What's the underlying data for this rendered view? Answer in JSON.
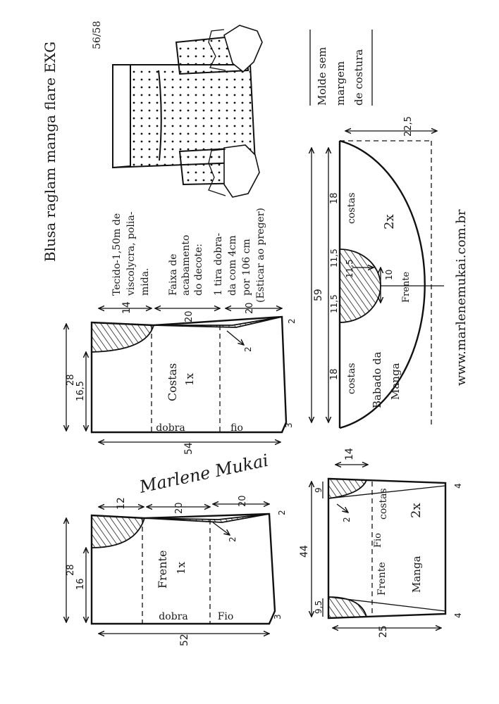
{
  "title": "Blusa raglam manga flare EXG",
  "sizes": "56/58",
  "notes": {
    "seam": [
      "Molde sem",
      "margem",
      "de costura"
    ],
    "fabric": [
      "Tecido-1,50m de",
      "viscolycra, polia-",
      "mida."
    ],
    "trim": [
      "Faixa de",
      "acabamento",
      "do decote:",
      "1 tira dobra-",
      "da com 4cm",
      "por 106 cm",
      "(Esticar ao preger)"
    ]
  },
  "website": "www.marlenemukai.com.br",
  "signature": "Marlene Mukai",
  "pieces": {
    "costas": {
      "name": "Costas",
      "count": "1x",
      "fold": "dobra",
      "grain": "fio",
      "dims": {
        "width": "54",
        "length": "28",
        "side": "16,5",
        "neck": "14",
        "mid": "20",
        "right": "20",
        "hem": "3",
        "top": "2",
        "raglan": "2"
      }
    },
    "frente": {
      "name": "Frente",
      "count": "1x",
      "fold": "dobra",
      "grain": "Fio",
      "dims": {
        "width": "52",
        "length": "28",
        "side": "16",
        "neck": "12",
        "mid": "20",
        "right": "20",
        "hem": "3",
        "top": "2",
        "raglan": "2"
      }
    },
    "manga": {
      "name": "Manga",
      "count": "2x",
      "grain": "Fio",
      "label_front": "Frente",
      "label_back": "costas",
      "dims": {
        "width": "25",
        "length": "44",
        "top": "14",
        "back_drop": "9",
        "front_drop": "9,5",
        "raglan_back": "2",
        "end_top": "4",
        "end_bottom": "4"
      }
    },
    "babado": {
      "name": "Babado da",
      "name2": "Manga",
      "count": "2x",
      "label_costas_top": "costas",
      "label_costas_bottom": "costas",
      "label_frente": "Frente",
      "dims": {
        "length": "59",
        "width": "22,5",
        "top_seg": "18",
        "bottom_seg": "18",
        "inner_top": "11,5",
        "inner_bottom": "11,5",
        "radius": "11,5",
        "frente_len": "10"
      }
    }
  }
}
